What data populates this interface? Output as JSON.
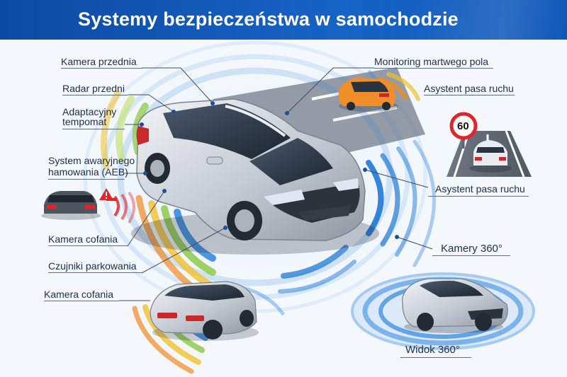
{
  "header": {
    "title": "Systemy bezpieczeństwa w samochodzie"
  },
  "labels": {
    "front_camera": "Kamera przednia",
    "front_radar": "Radar przedni",
    "acc_line1": "Adaptacyjny",
    "acc_line2": "tempomat",
    "aeb_line1": "System awaryjnego",
    "aeb_line2": "hamowania (AEB)",
    "rear_camera": "Kamera cofania",
    "parking_sensors": "Czujniki parkowania",
    "rear_camera_2": "Kamera cofania",
    "blind_spot": "Monitoring martwego pola",
    "lane_assist_1": "Asystent pasa ruchu",
    "lane_assist_2": "Asystent pasa ruchu",
    "cameras_360": "Kamery 360°",
    "view_360": "Widok 360°"
  },
  "road_sign": {
    "speed_limit": "60"
  },
  "colors": {
    "header_blue": "#0d56b5",
    "sensor_blue": "#2f86e0",
    "sensor_green": "#8fca4a",
    "sensor_yellow": "#f2c12e",
    "sensor_orange": "#f08a24",
    "warning_red": "#e0262a"
  }
}
